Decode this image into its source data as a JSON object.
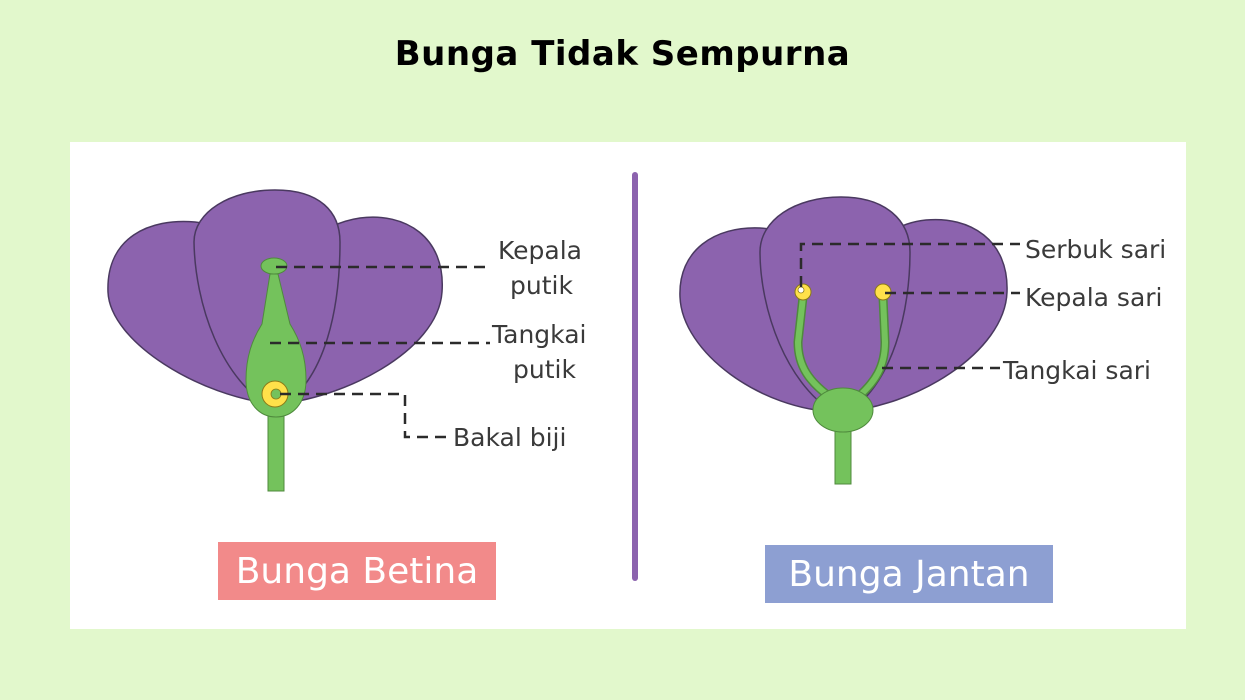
{
  "title": "Bunga Tidak Sempurna",
  "colors": {
    "background": "#e2f8cc",
    "petal": "#8c63ae",
    "stem": "#74c25c",
    "pollen": "#ffe14a",
    "divider": "#8c63ae",
    "betina_caption": "#f28a8a",
    "jantan_caption": "#8d9fd2"
  },
  "betina": {
    "caption": "Bunga Betina",
    "labels": {
      "kepala_putik_1": "Kepala",
      "kepala_putik_2": "putik",
      "tangkai_putik_1": "Tangkai",
      "tangkai_putik_2": "putik",
      "bakal_biji": "Bakal biji"
    }
  },
  "jantan": {
    "caption": "Bunga Jantan",
    "labels": {
      "serbuk_sari": "Serbuk sari",
      "kepala_sari": "Kepala sari",
      "tangkai_sari": "Tangkai sari"
    }
  }
}
